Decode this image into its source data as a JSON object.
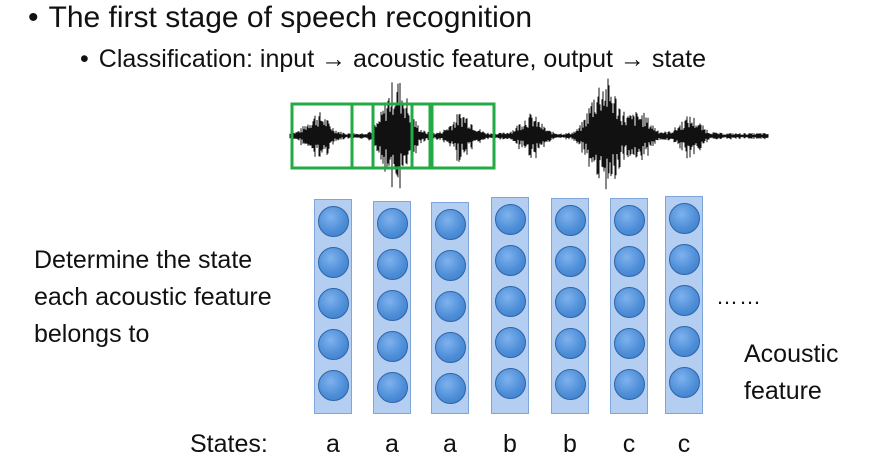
{
  "bullets": {
    "main": "The first stage of speech recognition",
    "sub": "Classification: input → acoustic feature, output → state",
    "marker": "•"
  },
  "left_caption": {
    "line1": "Determine the state",
    "line2": "each acoustic feature",
    "line3": "belongs to"
  },
  "ellipsis": "……",
  "acoustic_label": {
    "line1": "Acoustic",
    "line2": "feature"
  },
  "states": {
    "label": "States:",
    "values": [
      "a",
      "a",
      "a",
      "b",
      "b",
      "c",
      "c"
    ]
  },
  "colors": {
    "window_box": "#22aa44",
    "column_fill": "#b3cef0",
    "node": "#4f8fd8",
    "waveform": "#111111"
  }
}
